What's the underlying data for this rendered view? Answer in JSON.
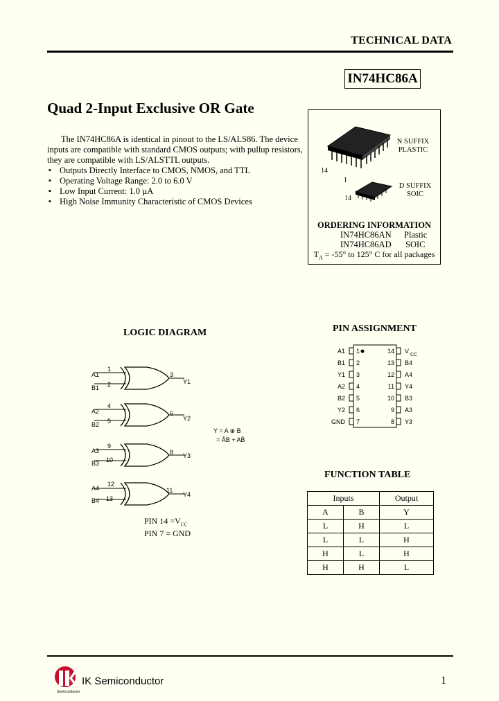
{
  "header": {
    "tech_data": "TECHNICAL DATA",
    "part_number": "IN74HC86A"
  },
  "title": "Quad 2-Input Exclusive OR Gate",
  "intro": "The IN74HC86A is identical in pinout to the LS/ALS86. The device inputs are compatible with standard CMOS outputs; with pullup resistors, they are compatible with LS/ALSTTL outputs.",
  "features": [
    "Outputs Directly Interface to CMOS, NMOS, and TTL",
    "Operating Voltage Range: 2.0 to 6.0 V",
    "Low Input Current: 1.0 µA",
    "High Noise Immunity Characteristic of CMOS Devices"
  ],
  "packages": {
    "n_suffix": "N SUFFIX",
    "n_type": "PLASTIC",
    "d_suffix": "D SUFFIX",
    "d_type": "SOIC",
    "pin14_dip": "14",
    "pin1_dip": "1",
    "pin14_soic": "14"
  },
  "ordering": {
    "title": "ORDERING INFORMATION",
    "rows": [
      {
        "part": "IN74HC86AN",
        "pkg": "Plastic"
      },
      {
        "part": "IN74HC86AD",
        "pkg": "SOIC"
      }
    ],
    "temp_prefix": "T",
    "temp_sub": "A",
    "temp_suffix": " = -55° to 125° C for all packages"
  },
  "logic": {
    "title": "LOGIC DIAGRAM",
    "gates": [
      {
        "in_a": "A1",
        "in_b": "B1",
        "pin_a": "1",
        "pin_b": "2",
        "pin_out": "3",
        "out": "Y1"
      },
      {
        "in_a": "A2",
        "in_b": "B2",
        "pin_a": "4",
        "pin_b": "5",
        "pin_out": "6",
        "out": "Y2"
      },
      {
        "in_a": "A3",
        "in_b": "B3",
        "pin_a": "9",
        "pin_b": "10",
        "pin_out": "8",
        "out": "Y3"
      },
      {
        "in_a": "A4",
        "in_b": "B4",
        "pin_a": "12",
        "pin_b": "13",
        "pin_out": "11",
        "out": "Y4"
      }
    ],
    "equation1": "Y = A ⊕ B",
    "equation2": "= ĀB + AB̄",
    "pin_vcc": "PIN 14 =V",
    "pin_vcc_sub": "CC",
    "pin_gnd": "PIN 7 = GND"
  },
  "pin_assignment": {
    "title": "PIN ASSIGNMENT",
    "left": [
      {
        "name": "A1",
        "num": "1"
      },
      {
        "name": "B1",
        "num": "2"
      },
      {
        "name": "Y1",
        "num": "3"
      },
      {
        "name": "A2",
        "num": "4"
      },
      {
        "name": "B2",
        "num": "5"
      },
      {
        "name": "Y2",
        "num": "6"
      },
      {
        "name": "GND",
        "num": "7"
      }
    ],
    "right": [
      {
        "num": "14",
        "name": "V",
        "sub": "CC"
      },
      {
        "num": "13",
        "name": "B4"
      },
      {
        "num": "12",
        "name": "A4"
      },
      {
        "num": "11",
        "name": "Y4"
      },
      {
        "num": "10",
        "name": "B3"
      },
      {
        "num": "9",
        "name": "A3"
      },
      {
        "num": "8",
        "name": "Y3"
      }
    ]
  },
  "function_table": {
    "title": "FUNCTION TABLE",
    "group_inputs": "Inputs",
    "group_output": "Output",
    "headers": [
      "A",
      "B",
      "Y"
    ],
    "rows": [
      [
        "L",
        "H",
        "L"
      ],
      [
        "L",
        "L",
        "H"
      ],
      [
        "H",
        "L",
        "H"
      ],
      [
        "H",
        "H",
        "L"
      ]
    ]
  },
  "footer": {
    "brand": "IK Semiconductor",
    "logo_small": "Semiconductor",
    "page": "1"
  }
}
